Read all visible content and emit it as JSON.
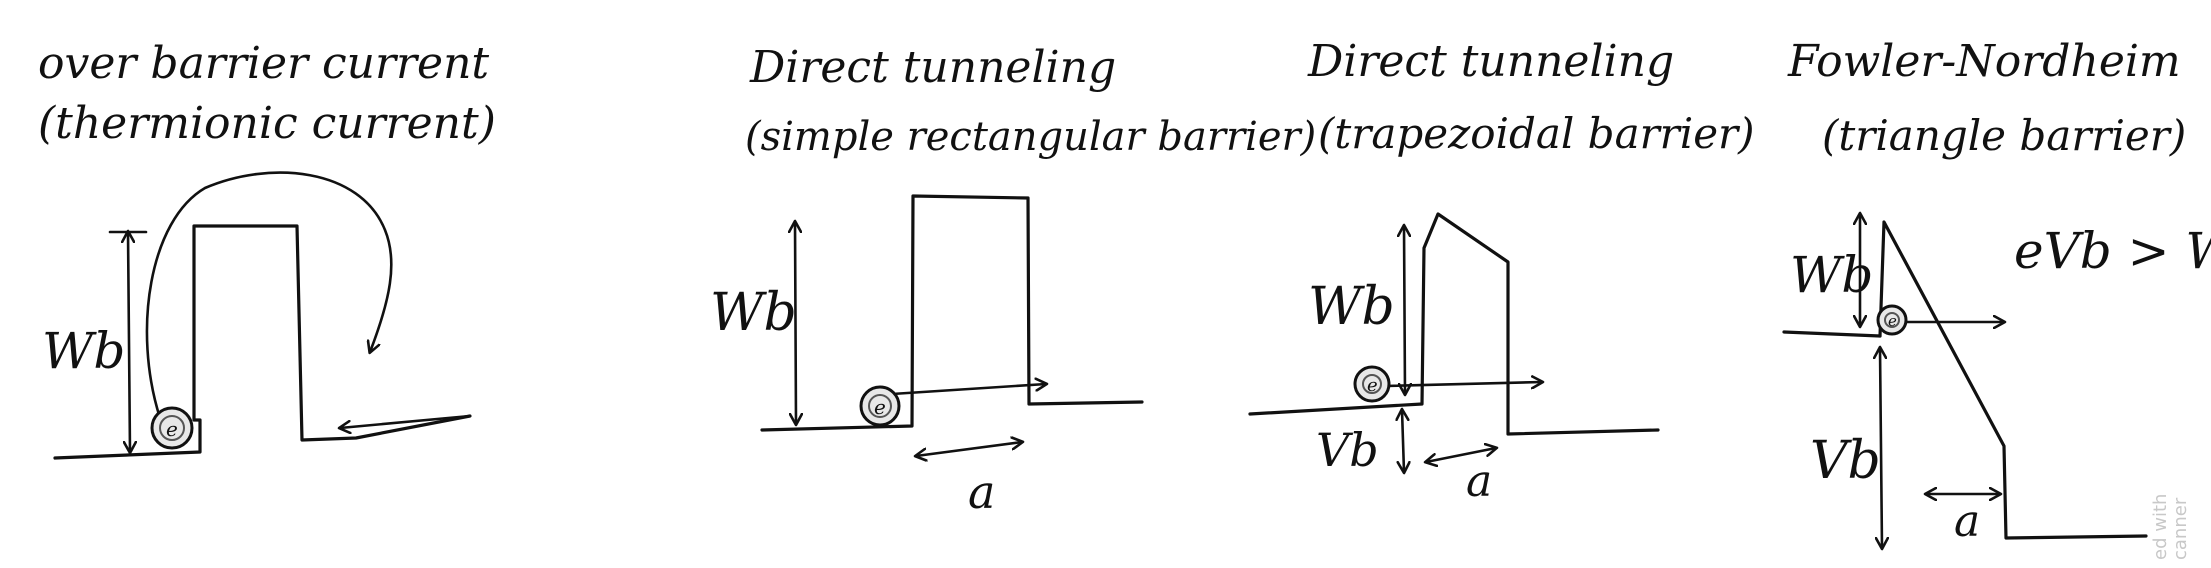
{
  "panels": [
    {
      "title_line1": "over barrier current",
      "title_line2": "(thermionic current)",
      "barrier_height_label": "Wb"
    },
    {
      "title_line1": "Direct tunneling",
      "title_line2": "(simple rectangular barrier)",
      "barrier_height_label": "Wb",
      "width_label": "a"
    },
    {
      "title_line1": "Direct tunneling",
      "title_line2": "(trapezoidal barrier)",
      "barrier_height_label": "Wb",
      "bias_label": "Vb",
      "width_label": "a"
    },
    {
      "title_line1": "Fowler-Nordheim",
      "title_line2": "(triangle barrier)",
      "barrier_height_label": "Wb",
      "bias_label": "Vb",
      "width_label": "a",
      "condition_label": "eVb > Wb"
    }
  ],
  "electron_symbol": "e",
  "watermark": {
    "line1": "ed with",
    "line2": "canner"
  }
}
